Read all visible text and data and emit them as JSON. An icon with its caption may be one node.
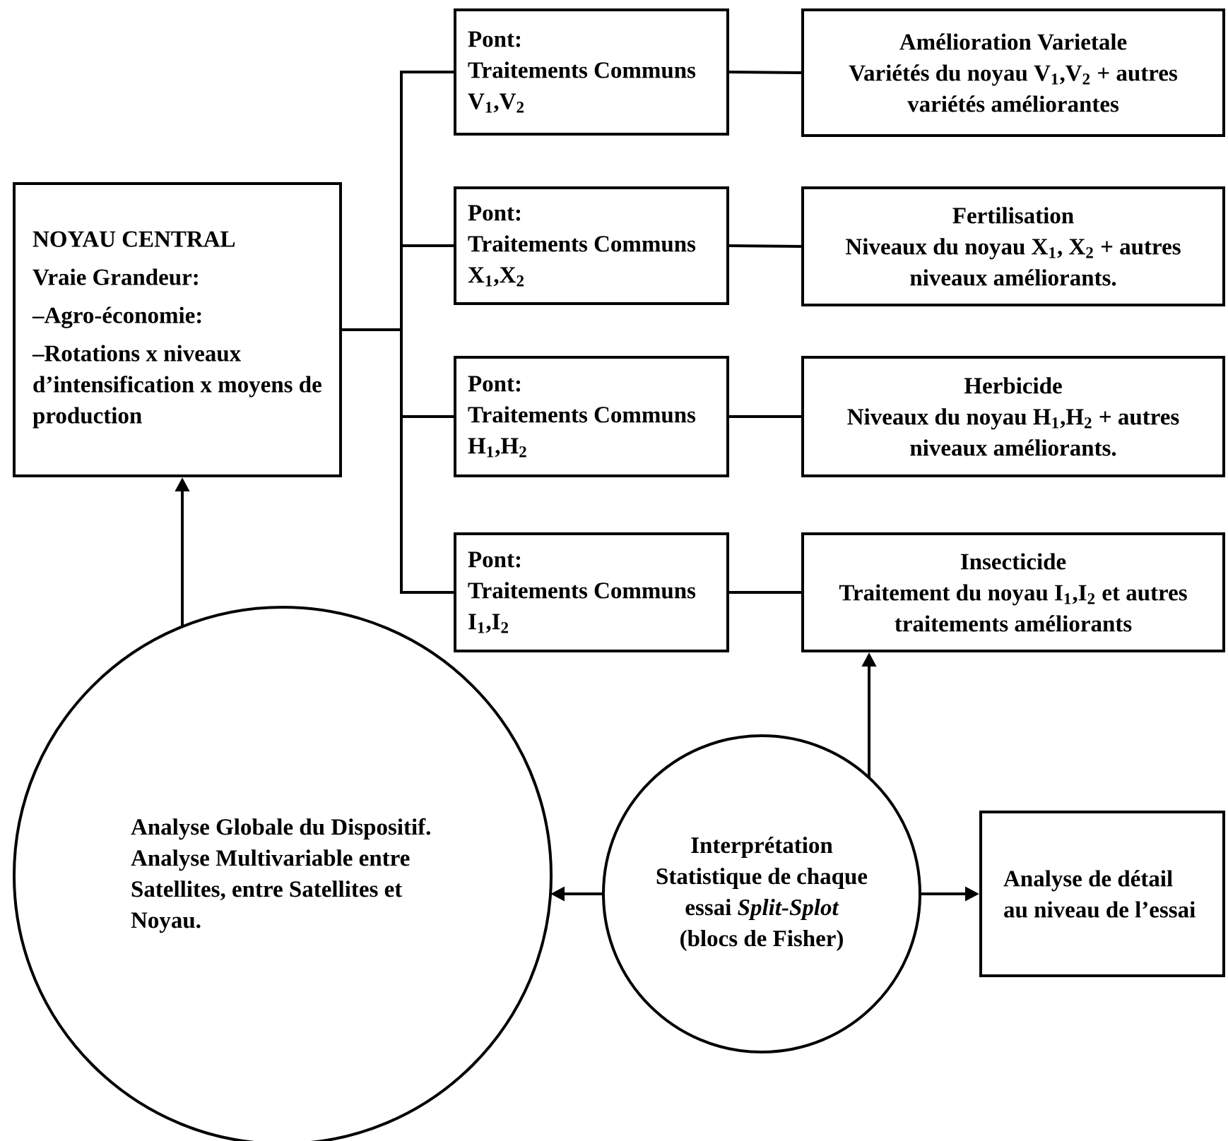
{
  "diagram": {
    "nodes": [
      {
        "text": [
          "NOYAU CENTRAL",
          "Vraie Grandeur:",
          "–Agro-économie:",
          "–Rotations x niveaux d’intensification x moyens de production"
        ]
      },
      {
        "text": [
          "Pont:",
          "Traitements Communs V$_{1}$,V$_{2}$"
        ]
      },
      {
        "text": [
          "Pont:",
          "Traitements Communs X$_{1}$,X$_{2}$"
        ]
      },
      {
        "text": [
          "Pont:",
          "Traitements Communs H$_{1}$,H$_{2}$"
        ]
      },
      {
        "text": [
          "Pont:",
          "Traitements Communs I$_{1}$,I$_{2}$"
        ]
      },
      {
        "text": [
          "Amélioration Varietale",
          "Variétés du noyau V$_{1}$,V$_{2}$ + autres variétés améliorantes"
        ]
      },
      {
        "text": [
          "Fertilisation",
          "Niveaux du noyau X$_{1}$, X$_{2}$ + autres niveaux améliorants."
        ]
      },
      {
        "text": [
          "Herbicide",
          "Niveaux du noyau H$_{1}$,H$_{2}$ + autres niveaux améliorants."
        ]
      },
      {
        "text": [
          "Insecticide",
          "Traitement du noyau I$_{1}$,I$_{2}$ et autres traitements améliorants"
        ]
      },
      {
        "text": [
          "Analyse Globale du Dispositif.",
          "Analyse Multivariable entre Satellites, entre Satellites et Noyau."
        ]
      },
      {
        "text": [
          "Interprétation Statistique de chaque essai *Split-Splot* (blocs de Fisher)"
        ]
      },
      {
        "text": [
          "Analyse de détail au niveau de l’essai"
        ]
      }
    ],
    "edges": [
      {
        "from": 0,
        "to": 1,
        "arrow": "none"
      },
      {
        "from": 0,
        "to": 2,
        "arrow": "none"
      },
      {
        "from": 0,
        "to": 3,
        "arrow": "none"
      },
      {
        "from": 0,
        "to": 4,
        "arrow": "none"
      },
      {
        "from": 1,
        "to": 5,
        "arrow": "none"
      },
      {
        "from": 2,
        "to": 6,
        "arrow": "none"
      },
      {
        "from": 3,
        "to": 7,
        "arrow": "none"
      },
      {
        "from": 4,
        "to": 8,
        "arrow": "none"
      },
      {
        "from": 9,
        "to": 0,
        "arrow": "to"
      },
      {
        "from": 10,
        "to": 8,
        "arrow": "to"
      },
      {
        "from": 10,
        "to": 9,
        "arrow": "to"
      },
      {
        "from": 10,
        "to": 11,
        "arrow": "to"
      }
    ]
  }
}
